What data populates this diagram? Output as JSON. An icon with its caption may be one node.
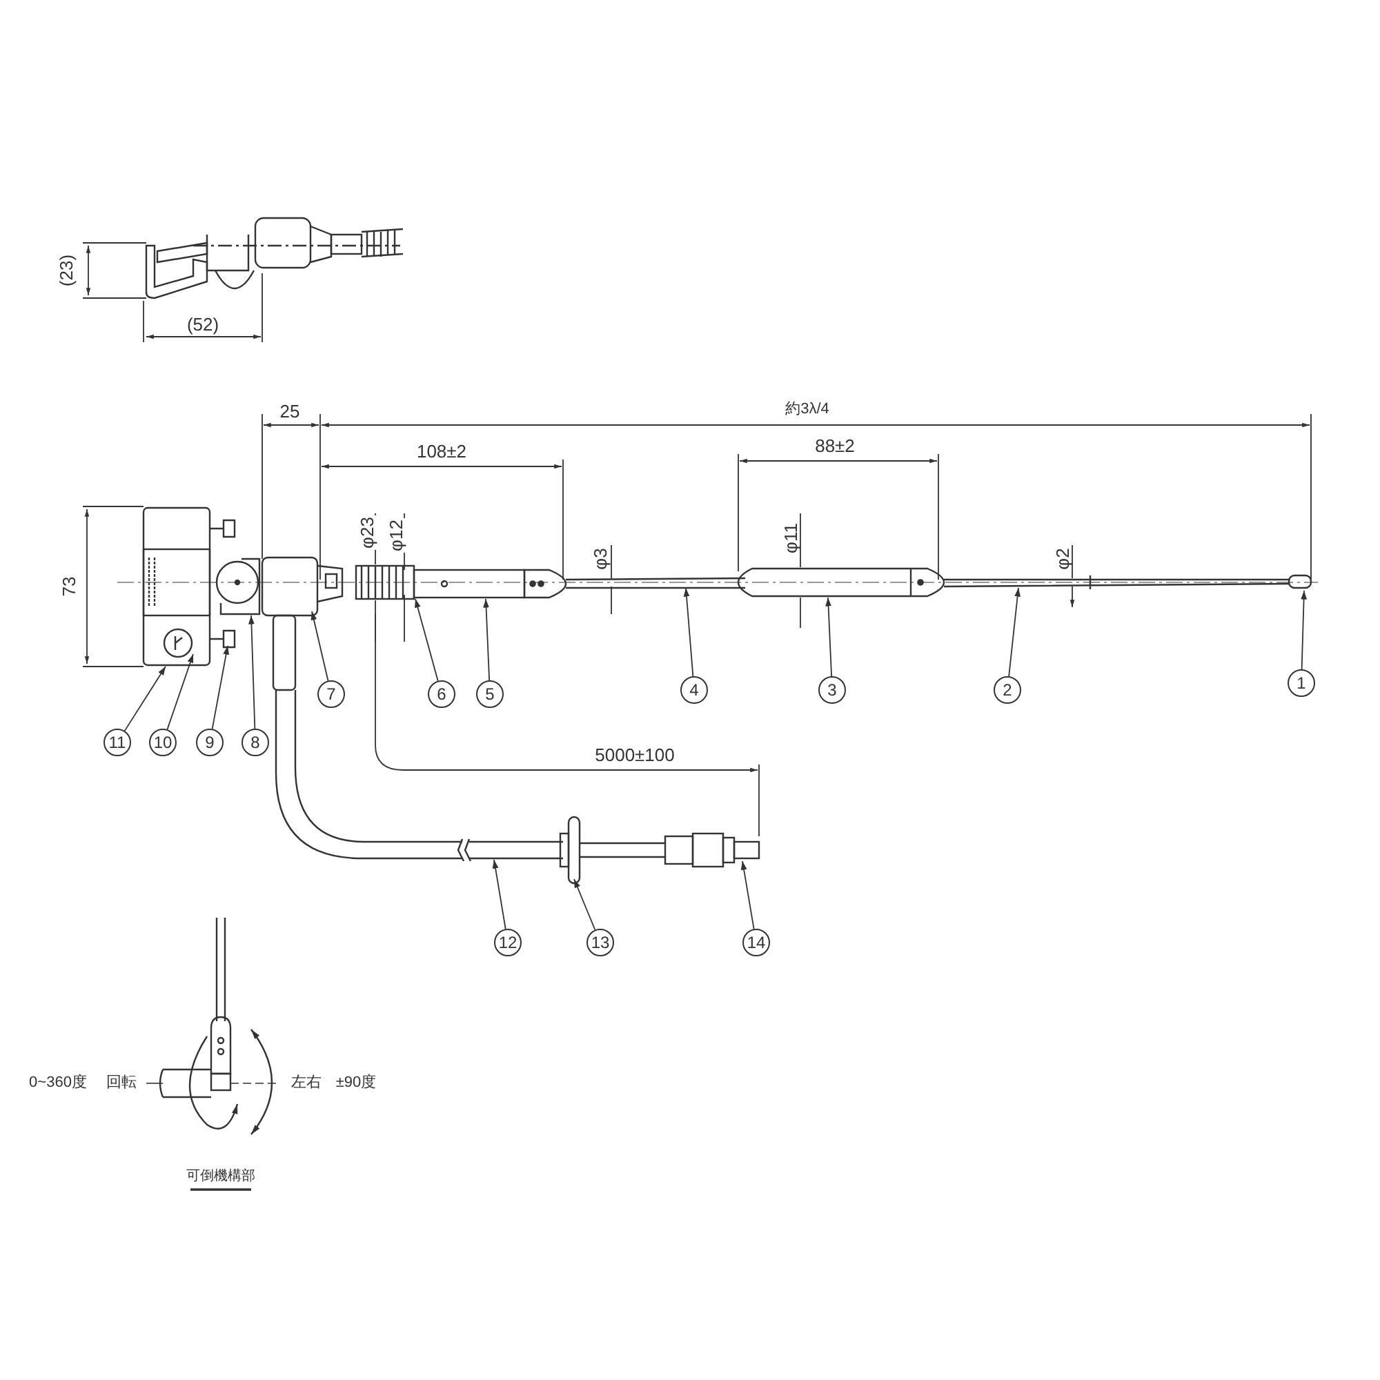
{
  "diagram": {
    "nodes": [
      {
        "text": [
          "1"
        ]
      },
      {
        "text": [
          "2"
        ]
      },
      {
        "text": [
          "3"
        ]
      },
      {
        "text": [
          "4"
        ]
      },
      {
        "text": [
          "5"
        ]
      },
      {
        "text": [
          "6"
        ]
      },
      {
        "text": [
          "7"
        ]
      },
      {
        "text": [
          "8"
        ]
      },
      {
        "text": [
          "9"
        ]
      },
      {
        "text": [
          "10"
        ]
      },
      {
        "text": [
          "11"
        ]
      },
      {
        "text": [
          "12"
        ]
      },
      {
        "text": [
          "13"
        ]
      },
      {
        "text": [
          "14"
        ]
      }
    ],
    "edges": [
      {
        "from": 0,
        "to": null,
        "arrow": "to"
      },
      {
        "from": 1,
        "to": null,
        "arrow": "to"
      },
      {
        "from": 2,
        "to": null,
        "arrow": "to"
      },
      {
        "from": 3,
        "to": null,
        "arrow": "to"
      },
      {
        "from": 4,
        "to": null,
        "arrow": "to"
      },
      {
        "from": 5,
        "to": null,
        "arrow": "to"
      },
      {
        "from": 6,
        "to": null,
        "arrow": "to"
      },
      {
        "from": 7,
        "to": null,
        "arrow": "to"
      },
      {
        "from": 8,
        "to": null,
        "arrow": "to"
      },
      {
        "from": 9,
        "to": null,
        "arrow": "to"
      },
      {
        "from": 10,
        "to": null,
        "arrow": "to"
      },
      {
        "from": 11,
        "to": null,
        "arrow": "to"
      },
      {
        "from": 12,
        "to": null,
        "arrow": "to"
      },
      {
        "from": 13,
        "to": null,
        "arrow": "to"
      }
    ],
    "labels": [
      "(23)",
      "(52)",
      "25",
      "約3λ/4",
      "108±2",
      "88±2",
      "φ23",
      "φ12",
      "φ3",
      "φ11",
      "φ2",
      "73",
      "5000±100",
      "0~360度",
      "回転",
      "左右",
      "±90度",
      "可倒機構部"
    ]
  }
}
